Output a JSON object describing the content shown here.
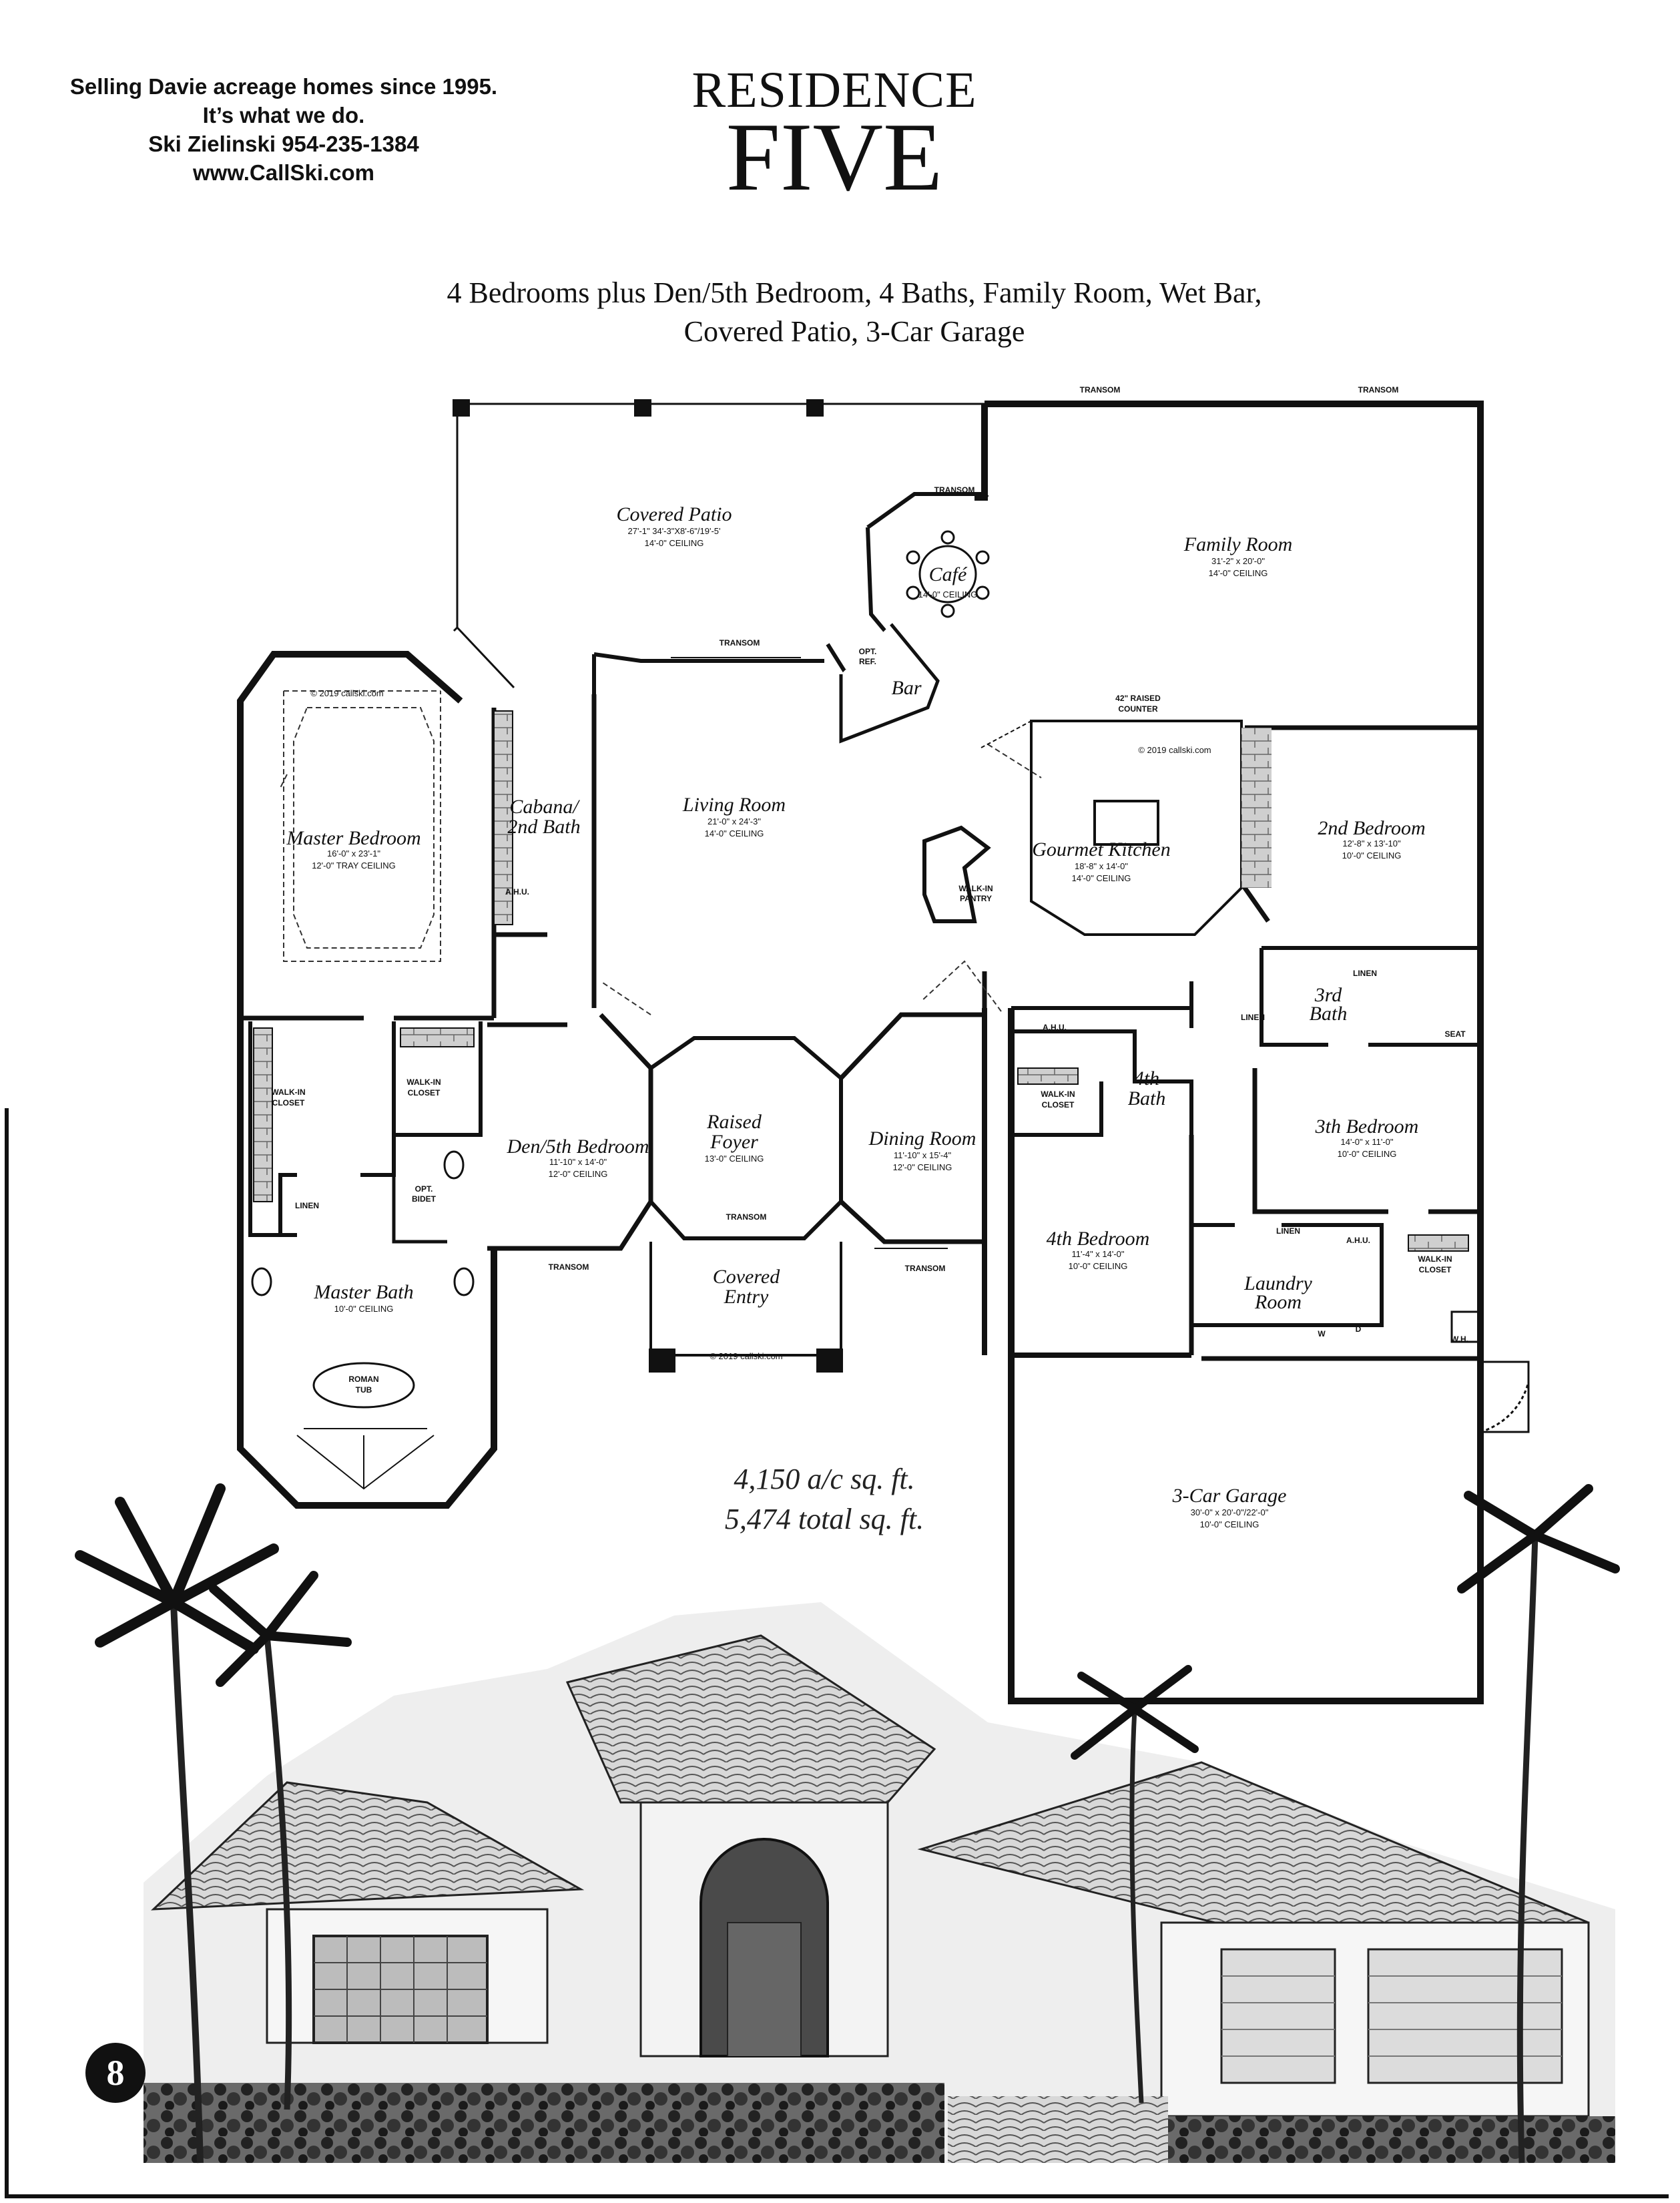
{
  "agent": {
    "line1": "Selling Davie acreage homes since 1995.",
    "line2": "It’s what we do.",
    "line3": "Ski Zielinski 954-235-1384",
    "line4": "www.CallSki.com"
  },
  "title": {
    "small": "RESIDENCE",
    "big": "FIVE"
  },
  "subtitle": {
    "line1": "4 Bedrooms plus Den/5th Bedroom, 4 Baths, Family Room, Wet Bar,",
    "line2": "Covered Patio, 3-Car Garage"
  },
  "rooms": {
    "covered_patio": {
      "name": "Covered Patio",
      "size": "27'-1\" 34'-3\"X8'-6\"/19'-5'",
      "ceiling": "14'-0\" CEILING"
    },
    "cafe": {
      "name": "Café",
      "ceiling": "14'-0\" CEILING"
    },
    "family_room": {
      "name": "Family Room",
      "size": "31'-2\" x 20'-0\"",
      "ceiling": "14'-0\" CEILING"
    },
    "bar": {
      "name": "Bar"
    },
    "living_room": {
      "name": "Living Room",
      "size": "21'-0\" x 24'-3\"",
      "ceiling": "14'-0\" CEILING"
    },
    "gourmet_kitchen": {
      "name": "Gourmet Kitchen",
      "size": "18'-8\" x 14'-0\"",
      "ceiling": "14'-0\" CEILING"
    },
    "second_bedroom": {
      "name": "2nd Bedroom",
      "size": "12'-8\" x 13'-10\"",
      "ceiling": "10'-0\" CEILING"
    },
    "master_bedroom": {
      "name": "Master Bedroom",
      "size": "16'-0\" x 23'-1\"",
      "ceiling": "12'-0\" TRAY CEILING"
    },
    "cabana_bath": {
      "name_l1": "Cabana/",
      "name_l2": "2nd Bath"
    },
    "third_bath": {
      "name_l1": "3rd",
      "name_l2": "Bath"
    },
    "fourth_bath": {
      "name_l1": "4th",
      "name_l2": "Bath"
    },
    "raised_foyer": {
      "name_l1": "Raised",
      "name_l2": "Foyer",
      "size": "13'-0\" CEILING"
    },
    "den": {
      "name": "Den/5th Bedroom",
      "size": "11'-10\" x 14'-0\"",
      "ceiling": "12'-0\" CEILING"
    },
    "dining_room": {
      "name": "Dining Room",
      "size": "11'-10\" x 15'-4\"",
      "ceiling": "12'-0\" CEILING"
    },
    "third_bedroom": {
      "name": "3th Bedroom",
      "size": "14'-0\" x 11'-0\"",
      "ceiling": "10'-0\" CEILING"
    },
    "fourth_bedroom": {
      "name": "4th Bedroom",
      "size": "11'-4\" x 14'-0\"",
      "ceiling": "10'-0\" CEILING"
    },
    "master_bath": {
      "name": "Master Bath",
      "ceiling": "10'-0\" CEILING"
    },
    "covered_entry": {
      "name_l1": "Covered",
      "name_l2": "Entry"
    },
    "laundry_room": {
      "name_l1": "Laundry",
      "name_l2": "Room"
    },
    "garage": {
      "name": "3-Car Garage",
      "size": "30'-0\" x 20'-0\"/22'-0\"",
      "ceiling": "10'-0\" CEILING"
    }
  },
  "tags": {
    "transom": "TRANSOM",
    "raised_counter_l1": "42\" RAISED",
    "raised_counter_l2": "COUNTER",
    "walkin_pantry_l1": "WALK-IN",
    "walkin_pantry_l2": "PANTRY",
    "walkin_closet_l1": "WALK-IN",
    "walkin_closet_l2": "CLOSET",
    "linen": "LINEN",
    "ahu": "A.H.U.",
    "opt_ref_l1": "OPT.",
    "opt_ref_l2": "REF.",
    "opt_bidet_l1": "OPT.",
    "opt_bidet_l2": "BIDET",
    "roman_tub_l1": "ROMAN",
    "roman_tub_l2": "TUB",
    "seat": "SEAT",
    "wh": "W.H.",
    "w": "W",
    "d": "D",
    "copyright": "© 2019 callski.com"
  },
  "area": {
    "ac": "4,150 a/c sq. ft.",
    "total": "5,474 total sq. ft."
  },
  "page_number": "8"
}
